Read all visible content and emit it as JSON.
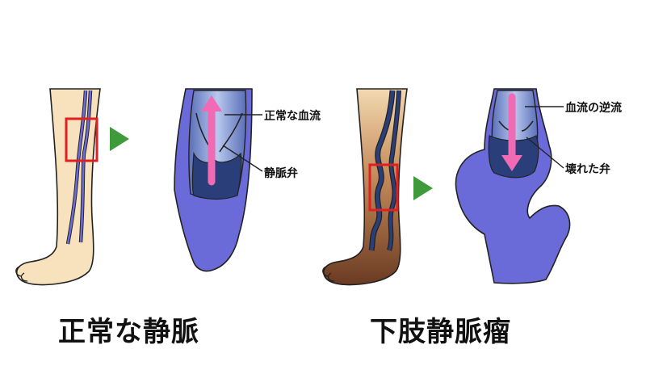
{
  "captions": {
    "normal": "正常な静脈",
    "varicose": "下肢静脈瘤"
  },
  "callouts": {
    "normal_flow": "正常な血流",
    "vein_valve": "静脈弁",
    "reverse_flow": "血流の逆流",
    "broken_valve": "壊れた弁"
  },
  "colors": {
    "skin_light": "#f8e2bd",
    "skin_dark": "#7a4427",
    "vein": "#6a6ad8",
    "vein_inner": "#2a3f7a",
    "flow_arrow": "#f06ab4",
    "highlight_box": "#e02020",
    "pointer_arrow": "#3e9a3a"
  }
}
